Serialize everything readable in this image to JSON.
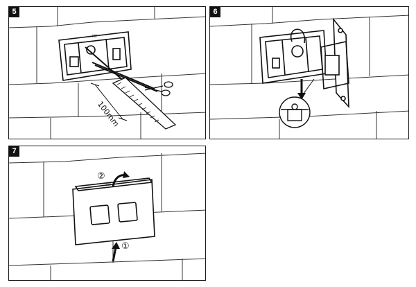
{
  "panels": [
    {
      "step": "5",
      "measurement": "100mm"
    },
    {
      "step": "6"
    },
    {
      "step": "7",
      "markers": [
        "②",
        "①"
      ]
    }
  ]
}
